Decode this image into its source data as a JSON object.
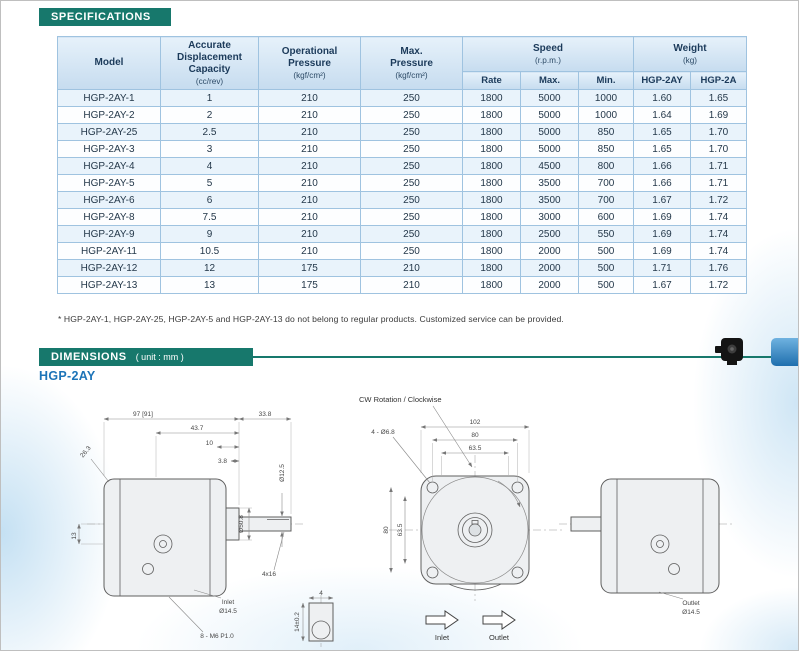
{
  "specifications": {
    "banner": "SPECIFICATIONS",
    "footnote": "* HGP-2AY-1, HGP-2AY-25, HGP-2AY-5 and HGP-2AY-13 do not belong to regular products. Customized service can be provided.",
    "headers": {
      "model": "Model",
      "capacity": "Accurate\nDisplacement\nCapacity",
      "capacity_unit": "(cc/rev)",
      "op_pressure": "Operational\nPressure",
      "op_pressure_unit": "(kgf/cm²)",
      "max_pressure": "Max.\nPressure",
      "max_pressure_unit": "(kgf/cm²)",
      "speed": "Speed",
      "speed_unit": "(r.p.m.)",
      "rate": "Rate",
      "max": "Max.",
      "min": "Min.",
      "weight": "Weight",
      "weight_unit": "(kg)",
      "weight_2ay": "HGP-2AY",
      "weight_2a": "HGP-2A"
    },
    "rows": [
      {
        "model": "HGP-2AY-1",
        "capacity": "1",
        "op_pressure": "210",
        "max_pressure": "250",
        "rate": "1800",
        "max": "5000",
        "min": "1000",
        "weight_2ay": "1.60",
        "weight_2a": "1.65"
      },
      {
        "model": "HGP-2AY-2",
        "capacity": "2",
        "op_pressure": "210",
        "max_pressure": "250",
        "rate": "1800",
        "max": "5000",
        "min": "1000",
        "weight_2ay": "1.64",
        "weight_2a": "1.69"
      },
      {
        "model": "HGP-2AY-25",
        "capacity": "2.5",
        "op_pressure": "210",
        "max_pressure": "250",
        "rate": "1800",
        "max": "5000",
        "min": "850",
        "weight_2ay": "1.65",
        "weight_2a": "1.70"
      },
      {
        "model": "HGP-2AY-3",
        "capacity": "3",
        "op_pressure": "210",
        "max_pressure": "250",
        "rate": "1800",
        "max": "5000",
        "min": "850",
        "weight_2ay": "1.65",
        "weight_2a": "1.70"
      },
      {
        "model": "HGP-2AY-4",
        "capacity": "4",
        "op_pressure": "210",
        "max_pressure": "250",
        "rate": "1800",
        "max": "4500",
        "min": "800",
        "weight_2ay": "1.66",
        "weight_2a": "1.71"
      },
      {
        "model": "HGP-2AY-5",
        "capacity": "5",
        "op_pressure": "210",
        "max_pressure": "250",
        "rate": "1800",
        "max": "3500",
        "min": "700",
        "weight_2ay": "1.66",
        "weight_2a": "1.71"
      },
      {
        "model": "HGP-2AY-6",
        "capacity": "6",
        "op_pressure": "210",
        "max_pressure": "250",
        "rate": "1800",
        "max": "3500",
        "min": "700",
        "weight_2ay": "1.67",
        "weight_2a": "1.72"
      },
      {
        "model": "HGP-2AY-8",
        "capacity": "7.5",
        "op_pressure": "210",
        "max_pressure": "250",
        "rate": "1800",
        "max": "3000",
        "min": "600",
        "weight_2ay": "1.69",
        "weight_2a": "1.74"
      },
      {
        "model": "HGP-2AY-9",
        "capacity": "9",
        "op_pressure": "210",
        "max_pressure": "250",
        "rate": "1800",
        "max": "2500",
        "min": "550",
        "weight_2ay": "1.69",
        "weight_2a": "1.74"
      },
      {
        "model": "HGP-2AY-11",
        "capacity": "10.5",
        "op_pressure": "210",
        "max_pressure": "250",
        "rate": "1800",
        "max": "2000",
        "min": "500",
        "weight_2ay": "1.69",
        "weight_2a": "1.74"
      },
      {
        "model": "HGP-2AY-12",
        "capacity": "12",
        "op_pressure": "175",
        "max_pressure": "210",
        "rate": "1800",
        "max": "2000",
        "min": "500",
        "weight_2ay": "1.71",
        "weight_2a": "1.76"
      },
      {
        "model": "HGP-2AY-13",
        "capacity": "13",
        "op_pressure": "175",
        "max_pressure": "210",
        "rate": "1800",
        "max": "2000",
        "min": "500",
        "weight_2ay": "1.67",
        "weight_2a": "1.72"
      }
    ]
  },
  "dimensions": {
    "banner": "DIMENSIONS",
    "unit": "( unit : mm )",
    "series": "HGP-2AY",
    "cw_label": "CW Rotation / Clockwise",
    "side_view": {
      "overall_length": "97 [91]",
      "shaft_length": "33.8",
      "rear_length": "43.7",
      "dim_10": "10",
      "dim_3_8": "3.8",
      "dim_26_3": "26.3",
      "dim_13": "13",
      "shaft_dia": "Ø12.5",
      "pilot_dia": "Ø50.8",
      "key_size": "4x16",
      "port_label": "Inlet",
      "port_dia": "Ø14.5",
      "thread_spec": "8 - M6 P1.0"
    },
    "front_view": {
      "flange_width": "102",
      "bolt_spacing": "80",
      "port_spacing": "63.5",
      "bolt_spacing_v": "80",
      "port_spacing_v": "63.5",
      "bolt_holes": "4 - Ø6.8",
      "key_width": "4",
      "key_height": "14±0.2",
      "inlet": "Inlet",
      "outlet": "Outlet"
    },
    "rear_view": {
      "port_label": "Outlet",
      "port_dia": "Ø14.5"
    }
  }
}
